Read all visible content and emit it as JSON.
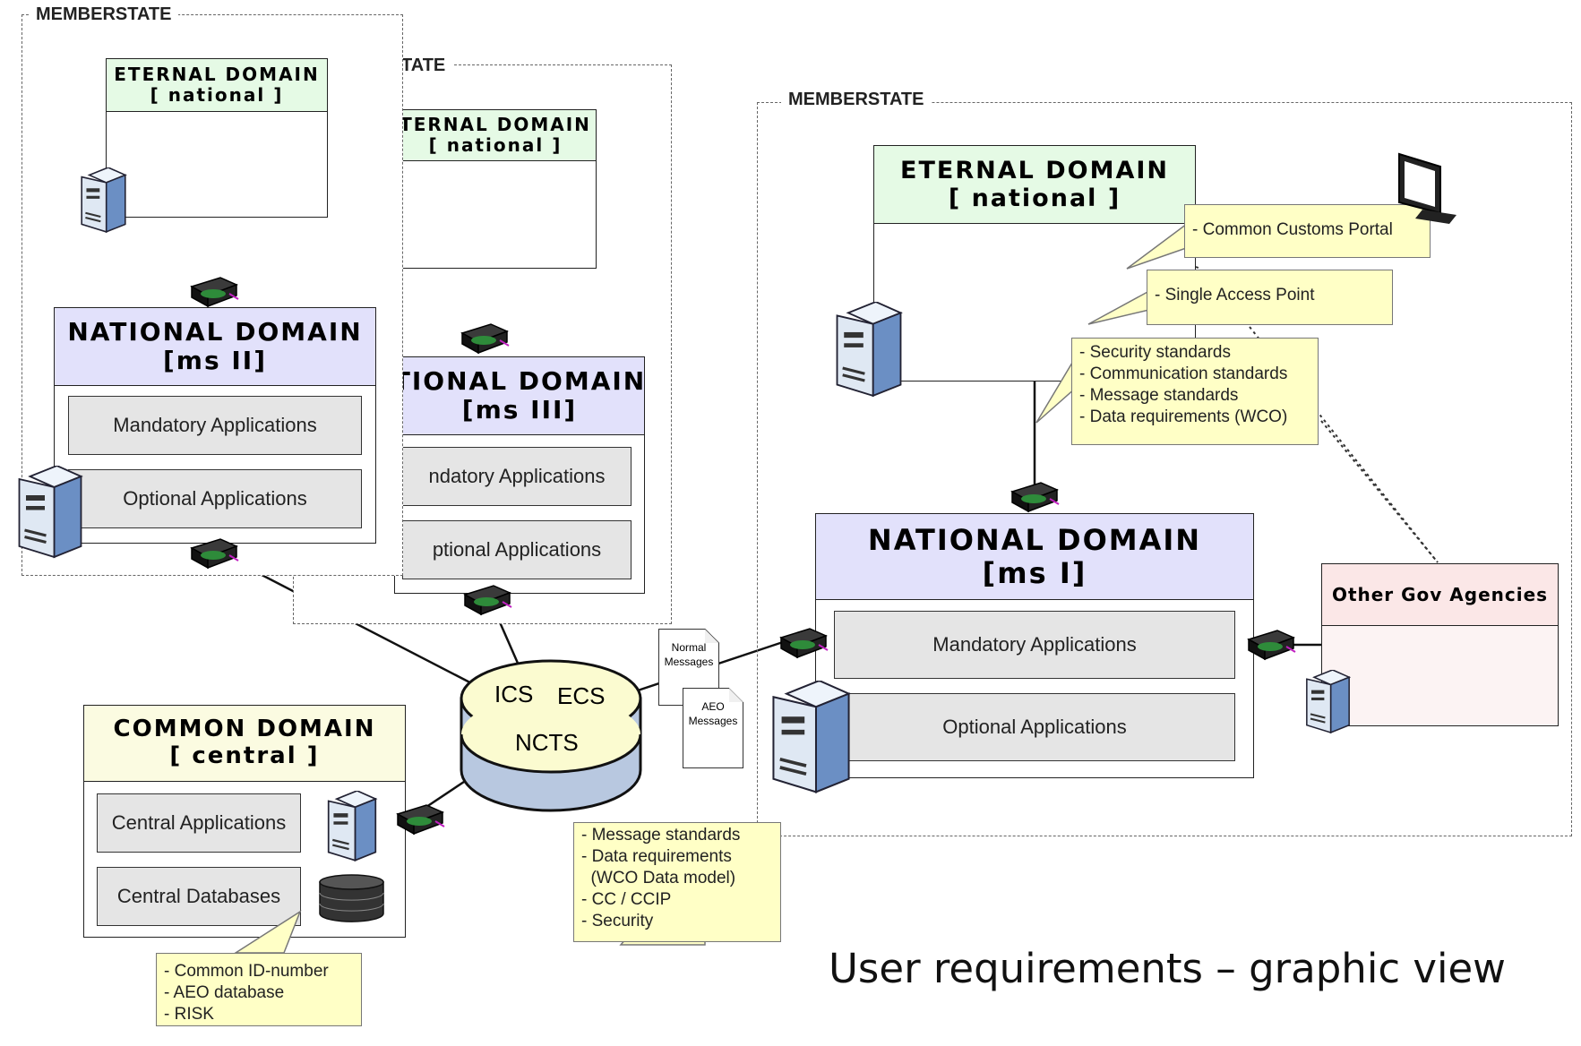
{
  "memberstate_label": "MEMBERSTATE",
  "memberstate_label_partial": "TATE",
  "ms2": {
    "eternal": {
      "title": "ETERNAL DOMAIN",
      "subtitle": "[ national ]"
    },
    "national": {
      "title": "NATIONAL DOMAIN",
      "subtitle": "[ms II]"
    },
    "mandatory": "Mandatory Applications",
    "optional": "Optional Applications"
  },
  "ms3": {
    "eternal": {
      "title": "TERNAL DOMAIN",
      "subtitle": "[ national ]"
    },
    "national": {
      "title": "TIONAL DOMAIN",
      "subtitle": "[ms III]"
    },
    "mandatory": "ndatory Applications",
    "optional": "ptional Applications"
  },
  "ms1": {
    "eternal": {
      "title": "ETERNAL DOMAIN",
      "subtitle": "[ national ]"
    },
    "national": {
      "title": "NATIONAL DOMAIN",
      "subtitle": "[ms I]"
    },
    "mandatory": "Mandatory Applications",
    "optional": "Optional Applications"
  },
  "other_gov": {
    "title": "Other Gov Agencies"
  },
  "common": {
    "title": "COMMON DOMAIN",
    "subtitle": "[ central ]",
    "central_apps": "Central Applications",
    "central_dbs": "Central Databases"
  },
  "hub": {
    "ics": "ICS",
    "ecs": "ECS",
    "ncts": "NCTS"
  },
  "docs": {
    "normal": [
      "Normal",
      "Messages"
    ],
    "aeo": [
      "AEO",
      "Messages"
    ]
  },
  "notes": {
    "portal": "- Common Customs Portal",
    "access": "- Single Access Point",
    "standards": [
      "- Security standards",
      "- Communication standards",
      "- Message standards",
      "- Data requirements (WCO)"
    ],
    "central": [
      "- Message standards",
      "- Data requirements",
      "  (WCO Data model)",
      "- CC / CCIP",
      "- Security"
    ],
    "common": [
      "- Common ID-number",
      "- AEO database",
      "- RISK"
    ]
  },
  "slide_title": "User requirements – graphic view"
}
